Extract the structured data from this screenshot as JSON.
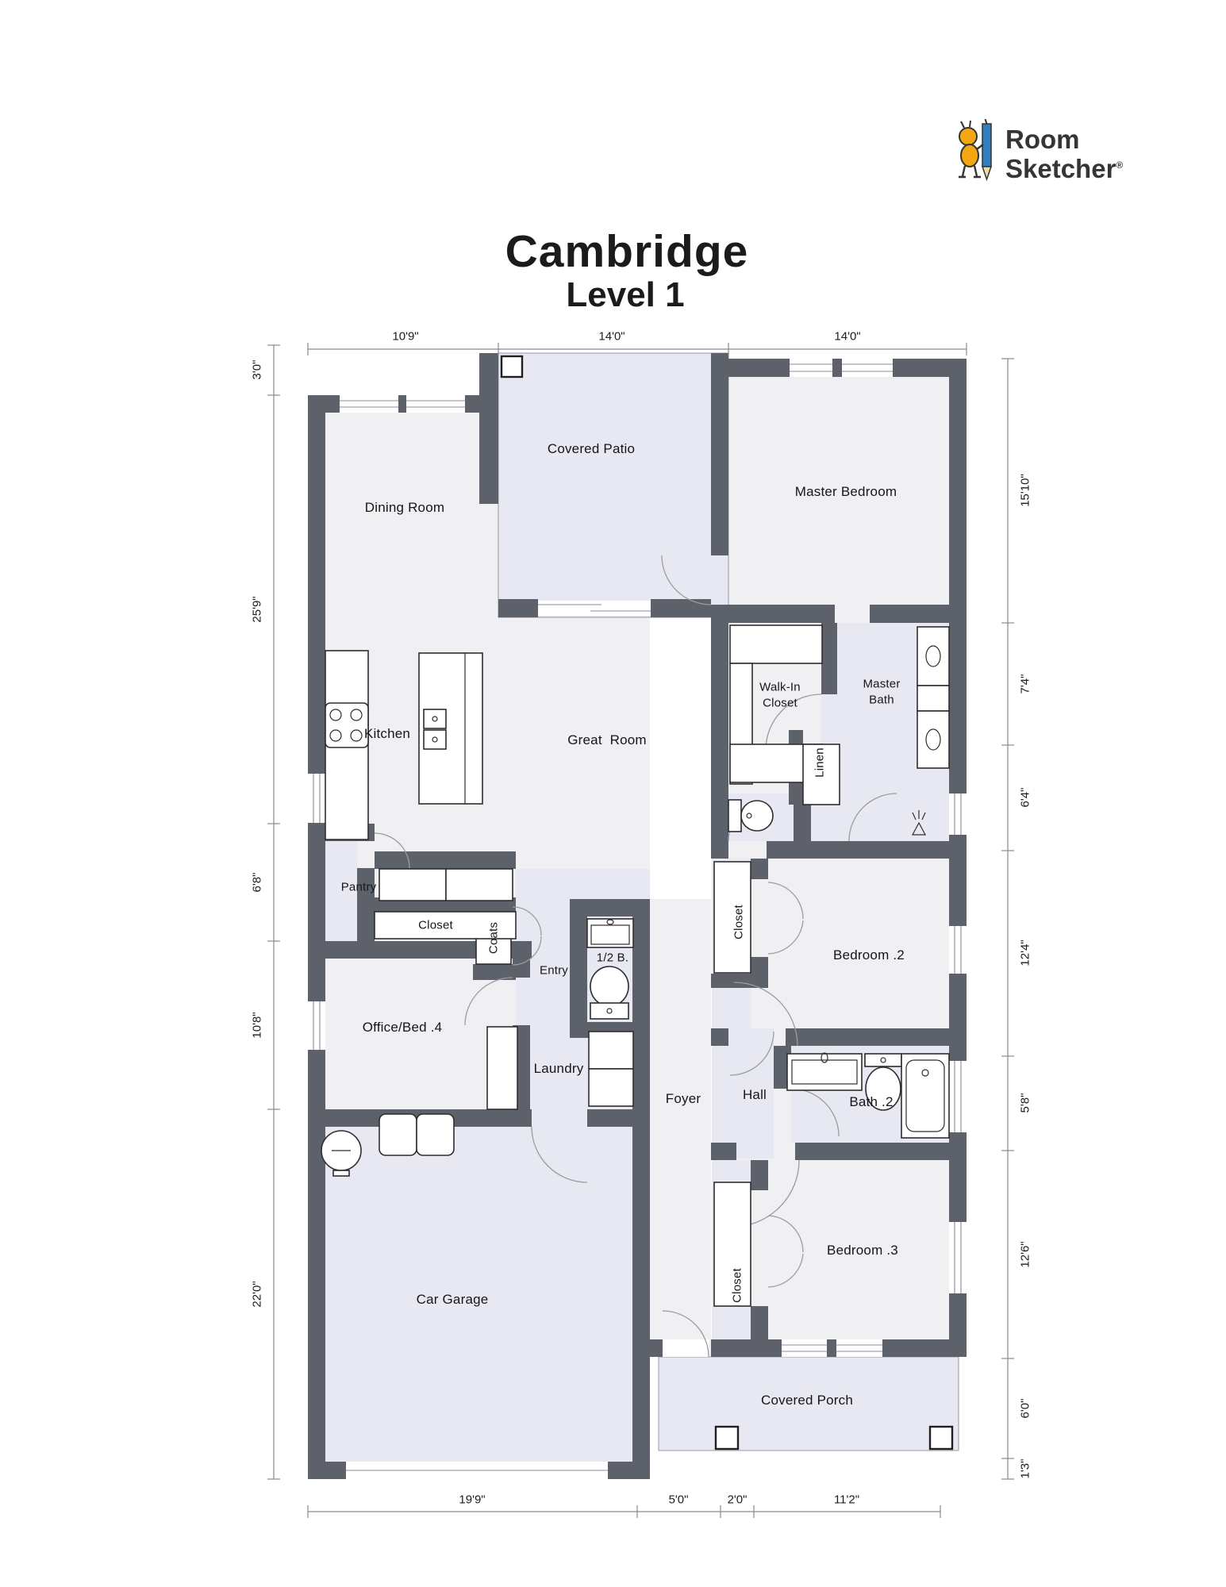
{
  "logo": {
    "line1": "Room",
    "line2": "Sketcher",
    "registered": "®"
  },
  "header": {
    "title": "Cambridge",
    "subtitle": "Level 1"
  },
  "rooms": {
    "dining": {
      "label": "Dining Room"
    },
    "patio": {
      "label": "Covered Patio"
    },
    "master_bedroom": {
      "label": "Master Bedroom"
    },
    "kitchen": {
      "label": "Kitchen"
    },
    "great_room": {
      "label": "Great  Room"
    },
    "walk_in_closet": {
      "label": "Walk-In\nCloset"
    },
    "master_bath": {
      "label": "Master\nBath"
    },
    "linen": {
      "label": "Linen"
    },
    "pantry": {
      "label": "Pantry"
    },
    "kitchen_closet": {
      "label": "Closet"
    },
    "coats": {
      "label": "Coats"
    },
    "entry": {
      "label": "Entry"
    },
    "half_bath": {
      "label": "1/2 B."
    },
    "office": {
      "label": "Office/Bed .4"
    },
    "laundry": {
      "label": "Laundry"
    },
    "foyer": {
      "label": "Foyer"
    },
    "hall": {
      "label": "Hall"
    },
    "bedroom2": {
      "label": "Bedroom .2"
    },
    "bedroom2_closet": {
      "label": "Closet"
    },
    "bath2": {
      "label": "Bath .2"
    },
    "bedroom3": {
      "label": "Bedroom .3"
    },
    "bedroom3_closet": {
      "label": "Closet"
    },
    "garage": {
      "label": "Car Garage"
    },
    "porch": {
      "label": "Covered Porch"
    }
  },
  "dimensions": {
    "top": [
      "10'9\"",
      "14'0\"",
      "14'0\""
    ],
    "left": [
      "3'0\"",
      "25'9\"",
      "6'8\"",
      "10'8\"",
      "22'0\""
    ],
    "right": [
      "15'10\"",
      "7'4\"",
      "6'4\"",
      "12'4\"",
      "5'8\"",
      "12'6\"",
      "6'0\"",
      "1'3\""
    ],
    "bottom": [
      "19'9\"",
      "5'0\"",
      "2'0\"",
      "11'2\""
    ]
  },
  "colors": {
    "wall": "#5d626a",
    "floor_light": "#f0f0f3",
    "floor_accent": "#e8e8f3",
    "logo_yellow": "#f3a712",
    "logo_blue": "#2f7fc1"
  }
}
